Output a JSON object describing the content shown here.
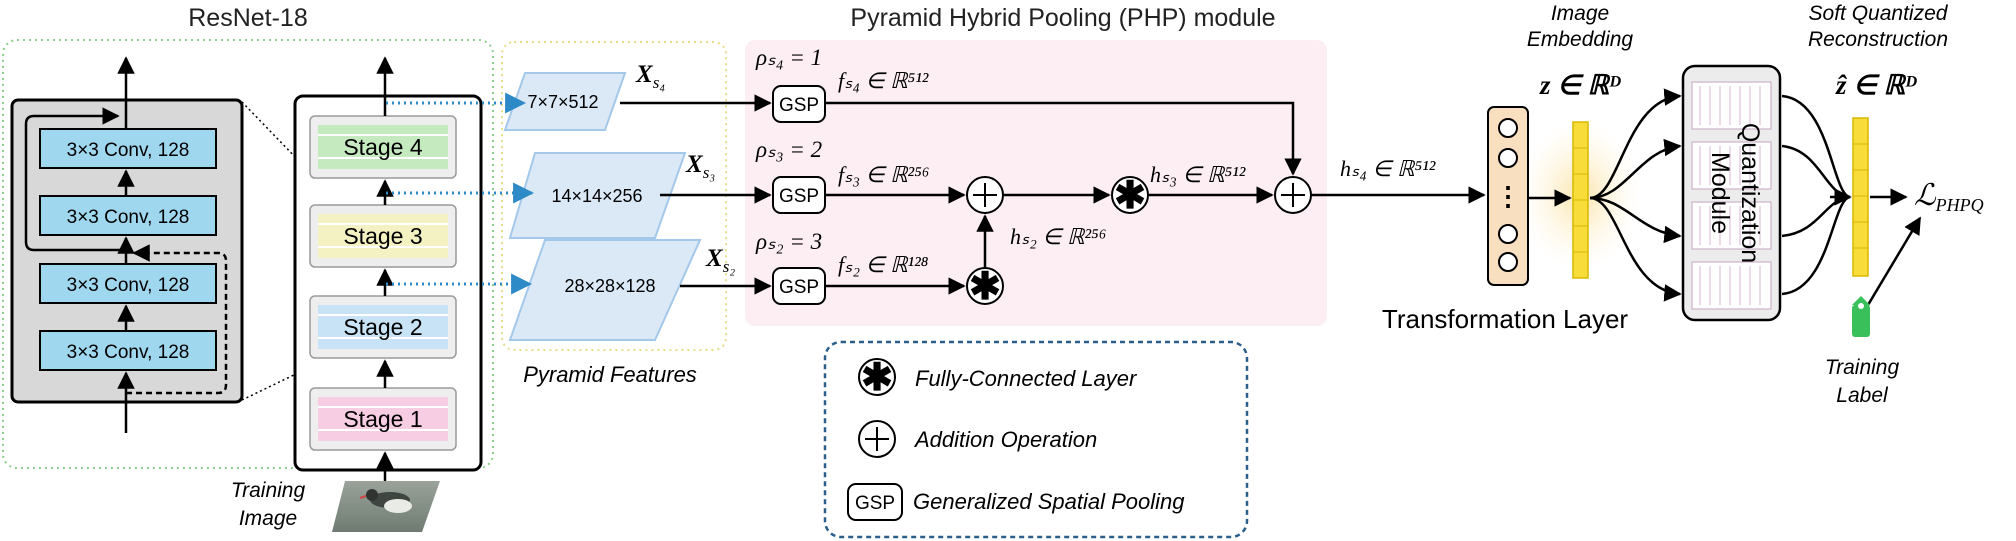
{
  "titles": {
    "resnet": "ResNet-18",
    "php": "Pyramid Hybrid Pooling (PHP) module",
    "image_embedding_1": "Image",
    "image_embedding_2": "Embedding",
    "soft_1": "Soft Quantized",
    "soft_2": "Reconstruction"
  },
  "resnet_blocks": [
    "3×3 Conv, 128",
    "3×3 Conv, 128",
    "3×3 Conv, 128",
    "3×3 Conv, 128"
  ],
  "stages": [
    "Stage 4",
    "Stage 3",
    "Stage 2",
    "Stage 1"
  ],
  "features": [
    "7×7×512",
    "14×14×256",
    "28×28×128"
  ],
  "labels": {
    "training_image_1": "Training",
    "training_image_2": "Image",
    "pyramid_features": "Pyramid Features",
    "transformation_layer": "Transformation Layer",
    "quantization_module_1": "Quantization",
    "quantization_module_2": "Module",
    "training_label_1": "Training",
    "training_label_2": "Label",
    "gsp": "GSP",
    "dots": "⋮"
  },
  "math": {
    "xs4_main": "X",
    "xs4_sub": "s₄",
    "xs3_main": "X",
    "xs3_sub": "s₃",
    "xs2_main": "X",
    "xs2_sub": "s₂",
    "rho4": "ρₛ₄ = 1",
    "rho3": "ρₛ₃ = 2",
    "rho2": "ρₛ₂ = 3",
    "f4": "fₛ₄ ∈ ℝ⁵¹²",
    "f3": "fₛ₃ ∈ ℝ²⁵⁶",
    "f2": "fₛ₂ ∈ ℝ¹²⁸",
    "h3": "hₛ₃ ∈ ℝ⁵¹²",
    "h2": "hₛ₂ ∈ ℝ²⁵⁶",
    "h4": "hₛ₄ ∈ ℝ⁵¹²",
    "z": "z ∈ ℝᴰ",
    "zhat": "ẑ ∈ ℝᴰ",
    "loss": "ℒ",
    "loss_sub": "PHPQ"
  },
  "legend": {
    "fc": "Fully-Connected Layer",
    "add": "Addition Operation",
    "gsp": "Generalized Spatial Pooling"
  },
  "colors": {
    "conv_block": "#9fd7ef",
    "stage4": "#c6eac0",
    "stage3": "#f4f1c2",
    "stage2": "#c8e3f5",
    "stage1": "#f6cde2",
    "php_bg": "#fdeef3",
    "feature": "#dbe9f7",
    "embedding": "#f7dc3a",
    "transform": "#f8dfbf",
    "label_tag": "#39c05b",
    "dotted_arrow": "#2d8ac6",
    "legend_border": "#2c5e8a"
  }
}
